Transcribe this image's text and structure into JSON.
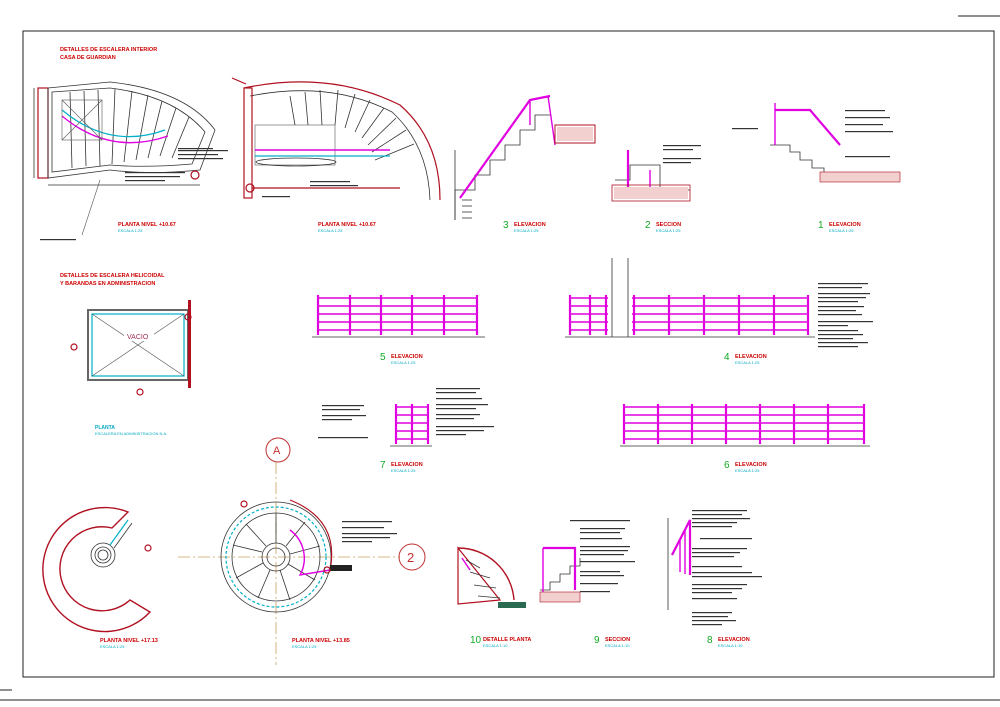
{
  "sheet": {
    "header_1": {
      "line1": "DETALLES DE ESCALERA INTERIOR",
      "line2": "CASA DE GUARDIAN"
    },
    "header_2": {
      "line1": "DETALLES DE ESCALERA HELICOIDAL",
      "line2": "Y BARANDAS EN ADMINISTRACION"
    }
  },
  "drawings": [
    {
      "id": "plan-1",
      "title": "PLANTA NIVEL +10.67",
      "scale": "ESCALA 1:25"
    },
    {
      "id": "plan-2",
      "title": "PLANTA NIVEL +10.67",
      "scale": "ESCALA 1:25"
    },
    {
      "id": "elev-3",
      "number": "3",
      "title": "ELEVACION",
      "scale": "ESCALA 1:25"
    },
    {
      "id": "sec-2",
      "number": "2",
      "title": "SECCION",
      "scale": "ESCALA 1:25"
    },
    {
      "id": "elev-1",
      "number": "1",
      "title": "ELEVACION",
      "scale": "ESCALA 1:25"
    },
    {
      "id": "elev-5",
      "number": "5",
      "title": "ELEVACION",
      "scale": "ESCALA 1:25"
    },
    {
      "id": "elev-4",
      "number": "4",
      "title": "ELEVACION",
      "scale": "ESCALA 1:25"
    },
    {
      "id": "elev-7",
      "number": "7",
      "title": "ELEVACION",
      "scale": "ESCALA 1:25"
    },
    {
      "id": "elev-6",
      "number": "6",
      "title": "ELEVACION",
      "scale": "ESCALA 1:25"
    },
    {
      "id": "plan-vacio",
      "title": "PLANTA",
      "scale": "ESCALERA EN ADMINISTRACION N.A."
    },
    {
      "id": "plan-17",
      "title": "PLANTA NIVEL +17.13",
      "scale": "ESCALA 1:25"
    },
    {
      "id": "plan-13",
      "title": "PLANTA NIVEL +13.85",
      "scale": "ESCALA 1:25"
    },
    {
      "id": "det-10",
      "number": "10",
      "title": "DETALLE PLANTA",
      "scale": "ESCALA 1:10"
    },
    {
      "id": "sec-9",
      "number": "9",
      "title": "SECCION",
      "scale": "ESCALA 1:10"
    },
    {
      "id": "elev-8",
      "number": "8",
      "title": "ELEVACION",
      "scale": "ESCALA 1:10"
    }
  ],
  "labels": {
    "vacio": "VACIO",
    "axis_a": "A",
    "axis_2": "2"
  },
  "colors": {
    "magenta": "#e000e0",
    "red": "#cc0000",
    "cyan": "#00a8c0",
    "green": "#11aa22",
    "maroon": "#b01020"
  }
}
